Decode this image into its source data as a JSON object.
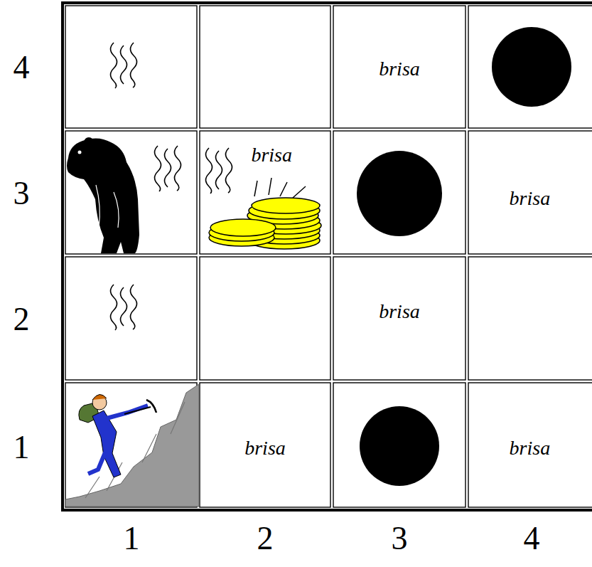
{
  "diagram": {
    "nodes": [
      {
        "text": [
          "brisa"
        ]
      },
      {
        "text": [
          "brisa"
        ]
      },
      {
        "text": [
          "brisa"
        ]
      },
      {
        "text": [
          "brisa"
        ]
      },
      {
        "text": [
          "brisa"
        ]
      },
      {
        "text": [
          "brisa"
        ]
      }
    ],
    "labels": [
      "4",
      "3",
      "2",
      "1",
      "1",
      "2",
      "3",
      "4"
    ]
  }
}
